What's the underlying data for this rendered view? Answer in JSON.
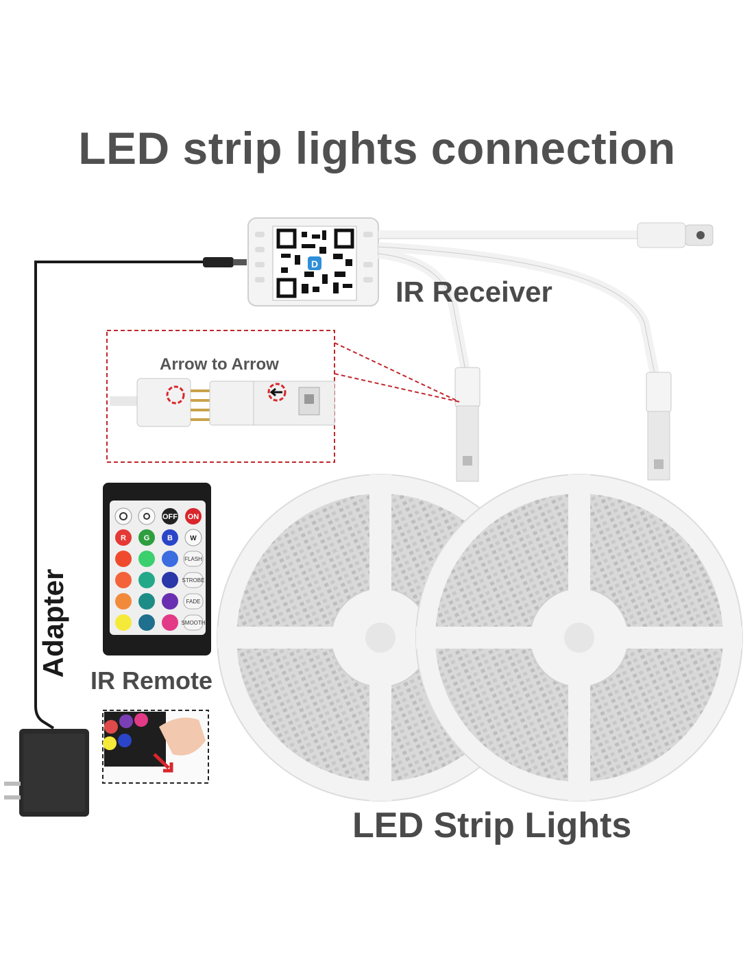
{
  "title": "LED strip lights connection",
  "labels": {
    "ir_receiver": "IR Receiver",
    "arrow_to_arrow": "Arrow to  Arrow",
    "ir_remote": "IR Remote",
    "led_strip_lights": "LED Strip Lights",
    "adapter": "Adapter"
  },
  "remote": {
    "top_buttons": [
      "",
      "",
      "OFF",
      "ON"
    ],
    "rgbw": [
      "R",
      "G",
      "B",
      "W"
    ],
    "mode_buttons": [
      "FLASH",
      "STROBE",
      "FADE",
      "SMOOTH"
    ]
  },
  "colors": {
    "title": "#505050",
    "labels": "#4a4a4a",
    "highlight": "#d9262c",
    "cable": "#1a1a1a"
  },
  "icons": [
    "qr-code-icon",
    "arrow-left-icon",
    "brightness-up-icon",
    "brightness-down-icon",
    "power-plug-icon"
  ]
}
